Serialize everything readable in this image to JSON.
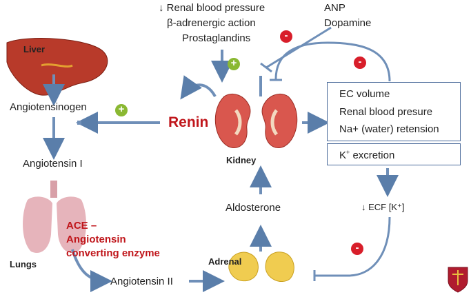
{
  "stimuli": {
    "renal_bp": "Renal blood pressure",
    "beta": "β-adrenergic action",
    "pg": "Prostaglandins",
    "arrow": "↓"
  },
  "inhibitors": {
    "anp": "ANP",
    "dopamine": "Dopamine"
  },
  "organs": {
    "liver": "Liver",
    "kidney": "Kidney",
    "lungs": "Lungs",
    "adrenal": "Adrenal"
  },
  "molecules": {
    "angiotensinogen": "Angiotensinogen",
    "angiotensin1": "Angiotensin I",
    "angiotensin2": "Angiotensin II",
    "renin": "Renin",
    "aldosterone": "Aldosterone"
  },
  "ace": {
    "line1": "ACE –",
    "line2": "Angiotensin",
    "line3": "converting enzyme"
  },
  "effects": {
    "ec_volume": "EC volume",
    "renal_bp": "Renal blood presure",
    "na_retention": "Na+ (water) retension",
    "k_excretion_pre": "K",
    "k_excretion_sup": "+",
    "k_excretion_post": " excretion",
    "ecf_k": "↓ ECF [K⁺]"
  },
  "signs": {
    "plus": "+",
    "minus": "-"
  },
  "colors": {
    "arrow": "#6f8fb8",
    "box_border": "#4a6a9a",
    "accent_red": "#c0161b",
    "plus_green": "#8ab832",
    "minus_red": "#d81e2a"
  }
}
